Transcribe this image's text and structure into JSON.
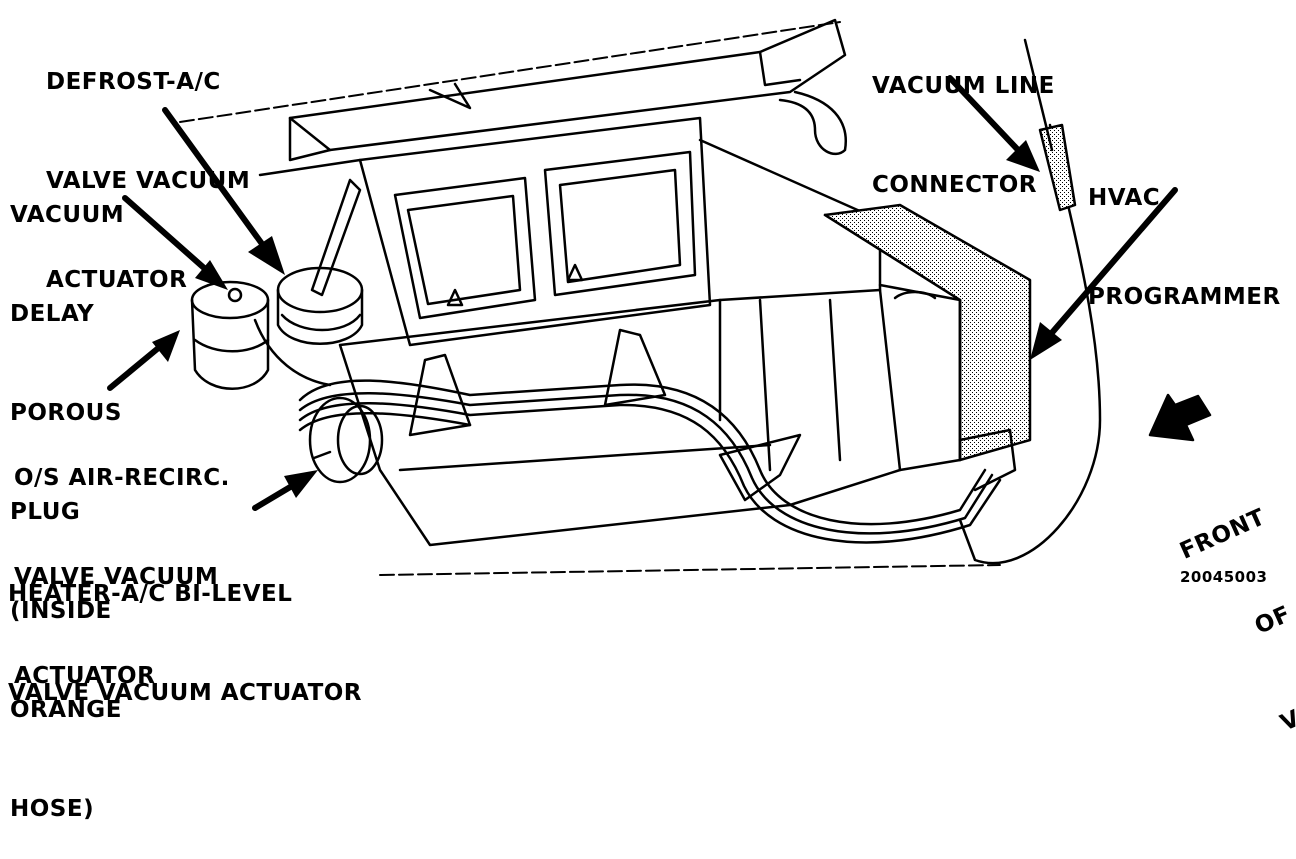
{
  "labels": {
    "defrost_ac": [
      "DEFROST-A/C",
      "VALVE VACUUM",
      "ACTUATOR"
    ],
    "vacuum_delay": [
      "VACUUM",
      "DELAY",
      "POROUS",
      "PLUG",
      "(INSIDE",
      "ORANGE",
      "HOSE)"
    ],
    "os_air_recirc": [
      "O/S AIR-RECIRC.",
      "VALVE VACUUM",
      "ACTUATOR"
    ],
    "heater_ac": [
      "HEATER-A/C BI-LEVEL",
      "VALVE VACUUM ACTUATOR"
    ],
    "vacuum_line_connector": [
      "VACUUM LINE",
      "CONNECTOR"
    ],
    "hvac_programmer": [
      "HVAC",
      "PROGRAMMER"
    ],
    "front_of_vehicle": [
      "FRONT",
      "OF",
      "VEHICLE"
    ]
  },
  "figure_number": "20045003",
  "colors": {
    "ink": "#000000",
    "paper": "#ffffff",
    "stipple": "#8a8a8a"
  }
}
